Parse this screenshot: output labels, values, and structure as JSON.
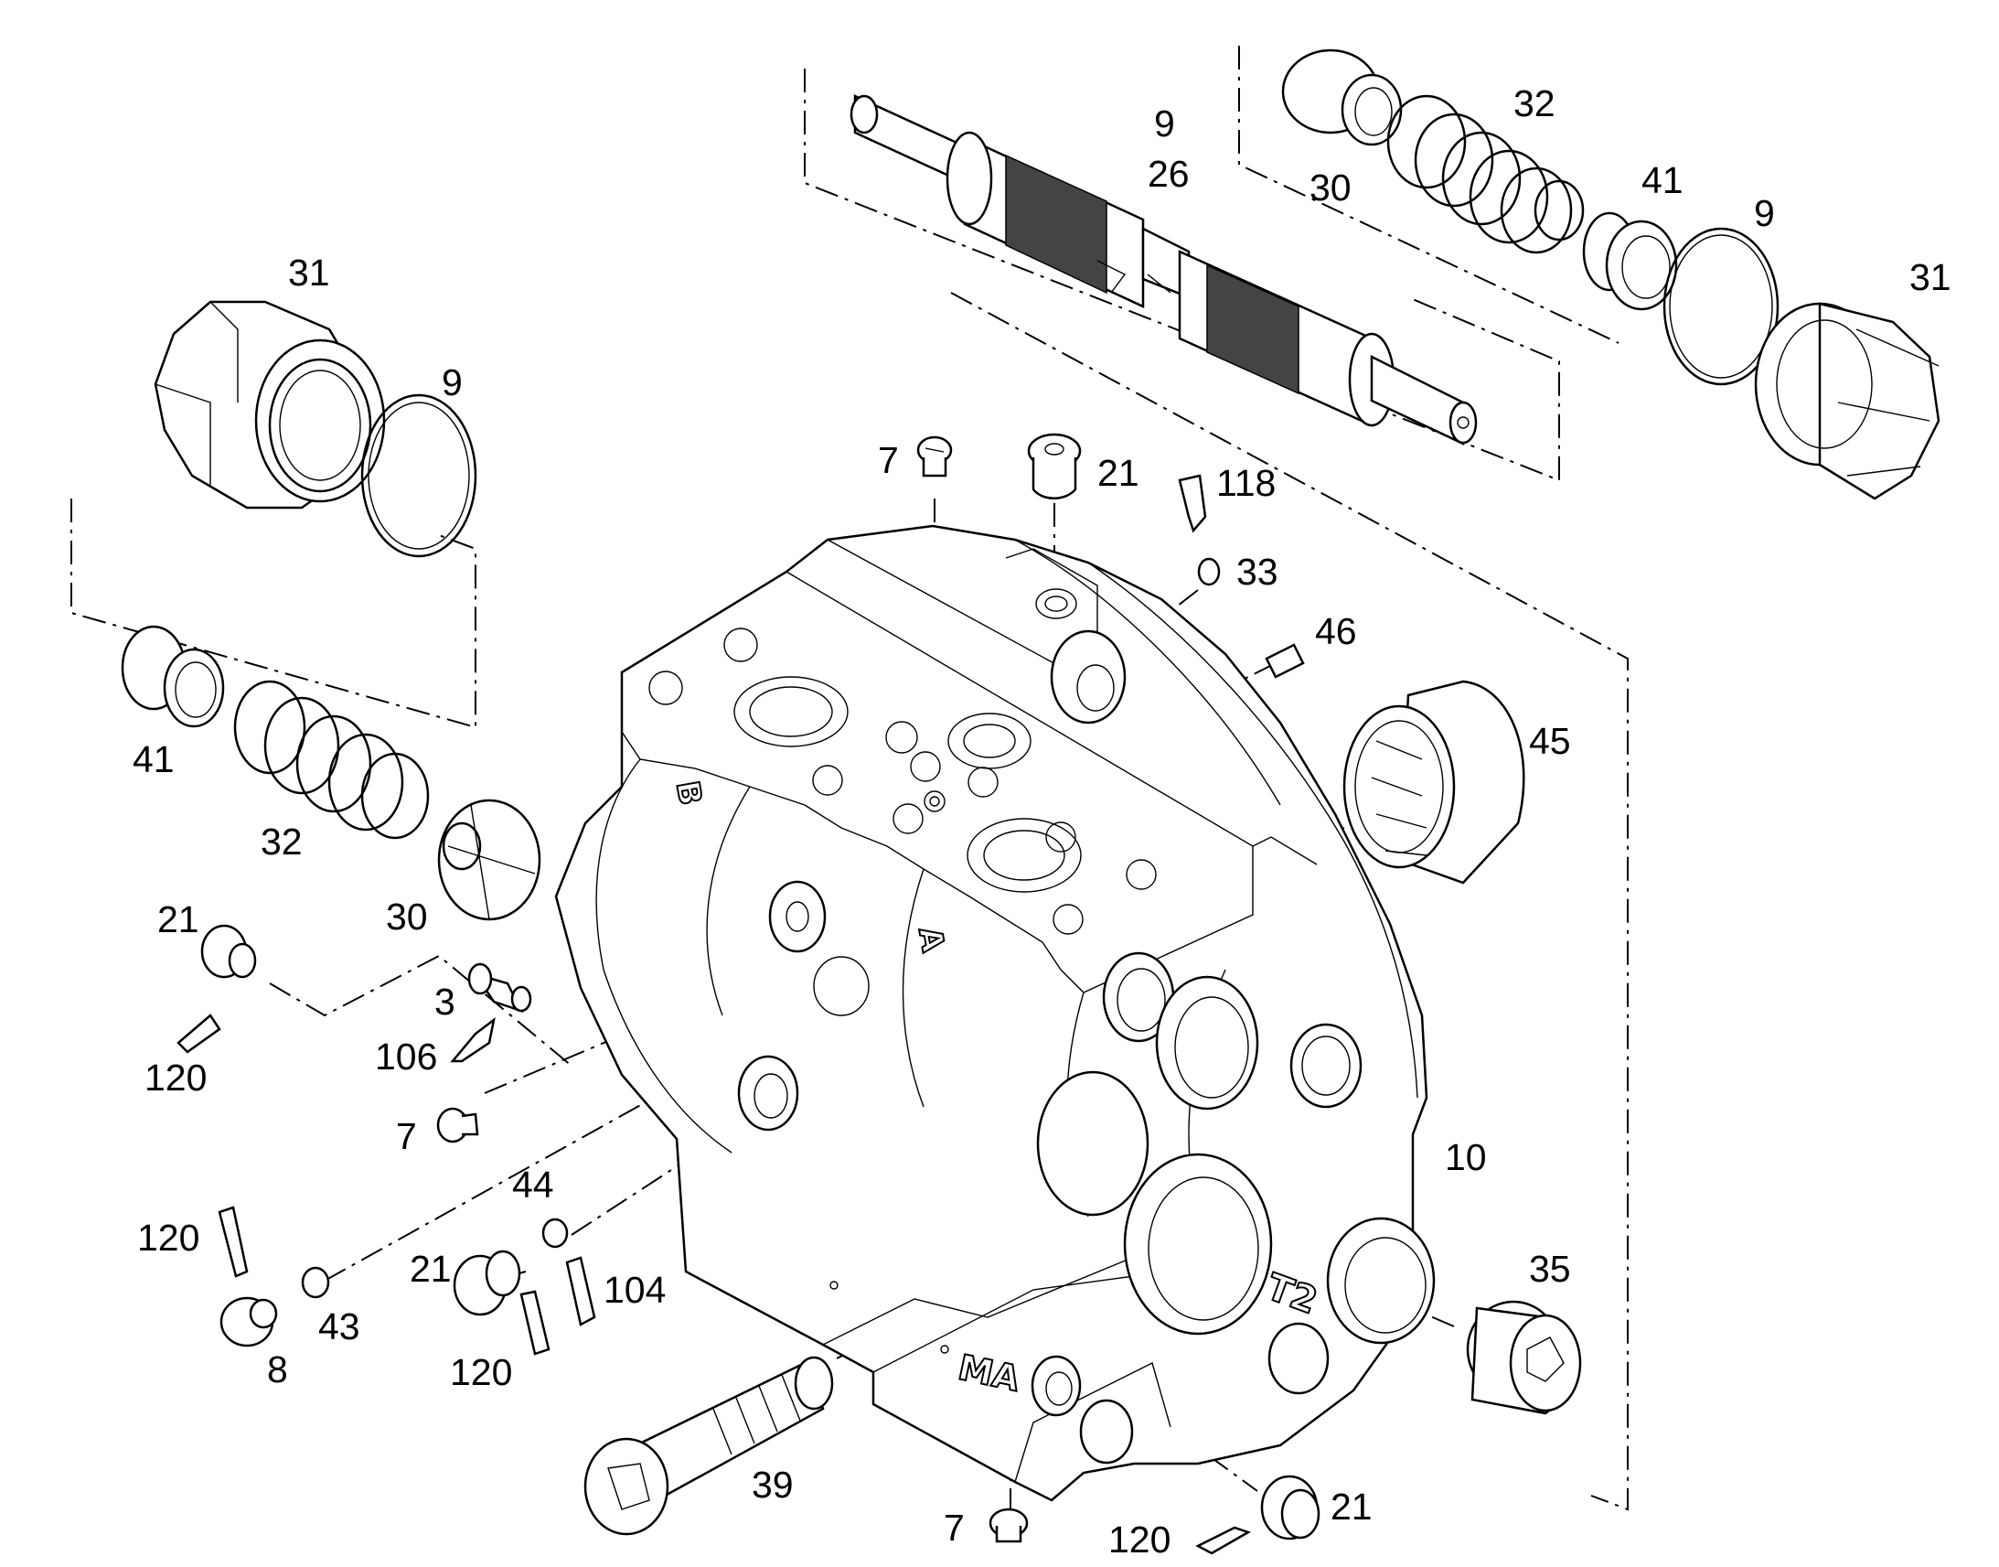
{
  "callouts": [
    {
      "id": "c-9-top",
      "text": "9"
    },
    {
      "id": "c-26",
      "text": "26"
    },
    {
      "id": "c-32-top",
      "text": "32"
    },
    {
      "id": "c-30-top",
      "text": "30"
    },
    {
      "id": "c-41-top",
      "text": "41"
    },
    {
      "id": "c-9-right",
      "text": "9"
    },
    {
      "id": "c-31-right",
      "text": "31"
    },
    {
      "id": "c-31-left",
      "text": "31"
    },
    {
      "id": "c-9-left",
      "text": "9"
    },
    {
      "id": "c-7-top",
      "text": "7"
    },
    {
      "id": "c-21-top",
      "text": "21"
    },
    {
      "id": "c-118",
      "text": "118"
    },
    {
      "id": "c-33",
      "text": "33"
    },
    {
      "id": "c-46",
      "text": "46"
    },
    {
      "id": "c-45",
      "text": "45"
    },
    {
      "id": "c-41-left",
      "text": "41"
    },
    {
      "id": "c-32-left",
      "text": "32"
    },
    {
      "id": "c-30-left",
      "text": "30"
    },
    {
      "id": "c-21-left",
      "text": "21"
    },
    {
      "id": "c-3",
      "text": "3"
    },
    {
      "id": "c-106",
      "text": "106"
    },
    {
      "id": "c-120-left",
      "text": "120"
    },
    {
      "id": "c-7-left",
      "text": "7"
    },
    {
      "id": "c-44",
      "text": "44"
    },
    {
      "id": "c-10",
      "text": "10"
    },
    {
      "id": "c-120-mid",
      "text": "120"
    },
    {
      "id": "c-21-mid",
      "text": "21"
    },
    {
      "id": "c-104",
      "text": "104"
    },
    {
      "id": "c-43",
      "text": "43"
    },
    {
      "id": "c-8",
      "text": "8"
    },
    {
      "id": "c-120-low",
      "text": "120"
    },
    {
      "id": "c-35",
      "text": "35"
    },
    {
      "id": "c-39",
      "text": "39"
    },
    {
      "id": "c-7-bottom",
      "text": "7"
    },
    {
      "id": "c-120-bottom",
      "text": "120"
    },
    {
      "id": "c-21-bottom",
      "text": "21"
    }
  ],
  "housing_markings": {
    "port_b": "B",
    "port_a": "A",
    "port_t2": "T2",
    "port_ma": "MA"
  },
  "colors": {
    "line": "#000000",
    "background": "#ffffff"
  }
}
